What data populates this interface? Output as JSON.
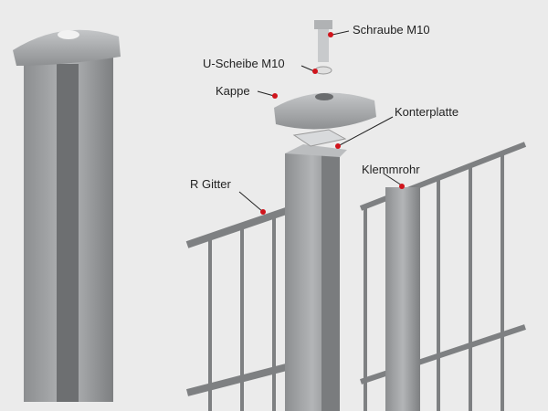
{
  "labels": {
    "schraube": "Schraube M10",
    "scheibe": "U-Scheibe M10",
    "kappe": "Kappe",
    "konterplatte": "Konterplatte",
    "gitter": "R Gitter",
    "klemmrohr": "Klemmrohr"
  },
  "colors": {
    "background": "#ebebeb",
    "metal": "#9a9c9e",
    "marker": "#d0141c"
  }
}
